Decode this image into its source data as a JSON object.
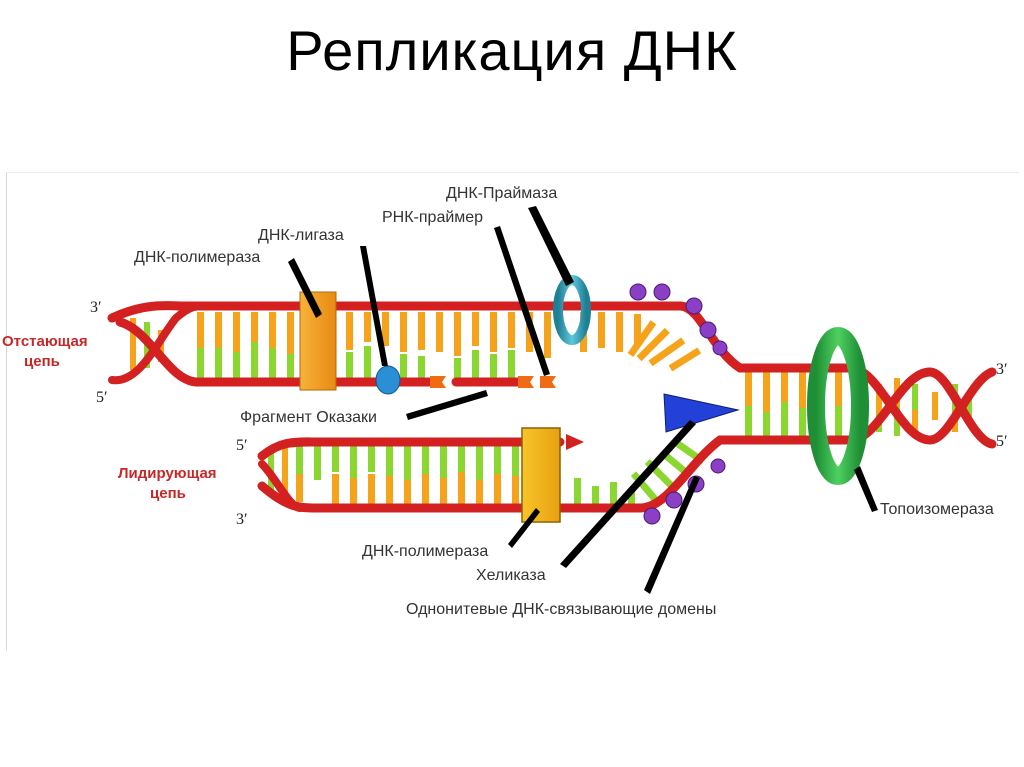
{
  "title": "Репликация ДНК",
  "labels": {
    "primase": "ДНК-Праймаза",
    "rna_primer": "РНК-праймер",
    "ligase": "ДНК-лигаза",
    "polymerase_top": "ДНК-полимераза",
    "okazaki": "Фрагмент Оказаки",
    "helicase": "Хеликаза",
    "polymerase_bottom": "ДНК-полимераза",
    "ssb": "Однонитевые ДНК-связывающие домены",
    "topoisomerase": "Топоизомераза",
    "lagging_1": "Отстающая",
    "lagging_2": "цепь",
    "leading_1": "Лидирующая",
    "leading_2": "цепь"
  },
  "ends": {
    "left_top_3": "3′",
    "left_top_5": "5′",
    "left_bottom_5": "5′",
    "left_bottom_3": "3′",
    "right_3": "3′",
    "right_5": "5′"
  },
  "colors": {
    "strand": "#d32020",
    "base_orange": "#f5a31a",
    "base_green": "#8cd630",
    "polymerase": "#f59a1c",
    "topoisomerase": "#2fb84a",
    "primase": "#2aa6bf",
    "helicase": "#2340d8",
    "ssb": "#8a3fc4",
    "ligase": "#2a8fd4"
  }
}
